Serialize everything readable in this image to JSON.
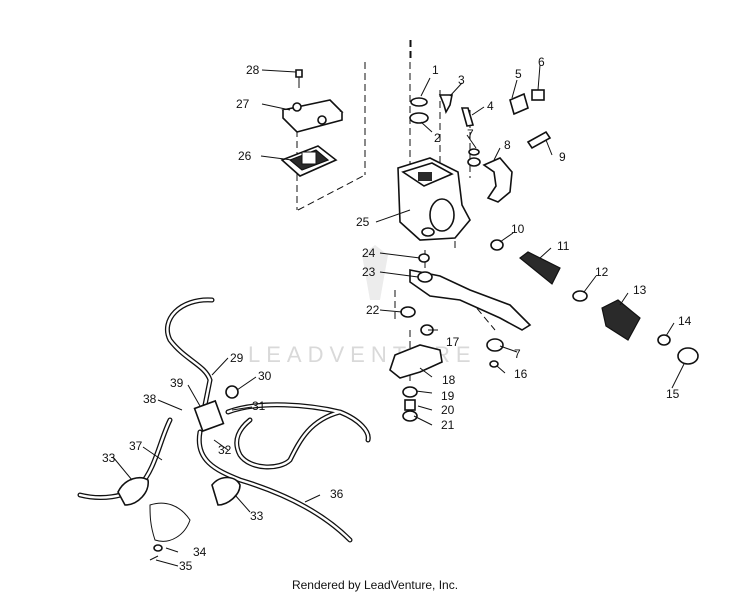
{
  "callouts": [
    "1",
    "2",
    "3",
    "4",
    "5",
    "6",
    "7",
    "8",
    "9",
    "10",
    "11",
    "12",
    "13",
    "14",
    "15",
    "16",
    "17",
    "18",
    "19",
    "20",
    "21",
    "22",
    "23",
    "24",
    "25",
    "26",
    "27",
    "28",
    "29",
    "30",
    "31",
    "32",
    "33",
    "34",
    "35",
    "36",
    "37",
    "38",
    "7",
    "33"
  ],
  "watermark": "LEADVENTURE",
  "credit": "Rendered by LeadVenture, Inc."
}
